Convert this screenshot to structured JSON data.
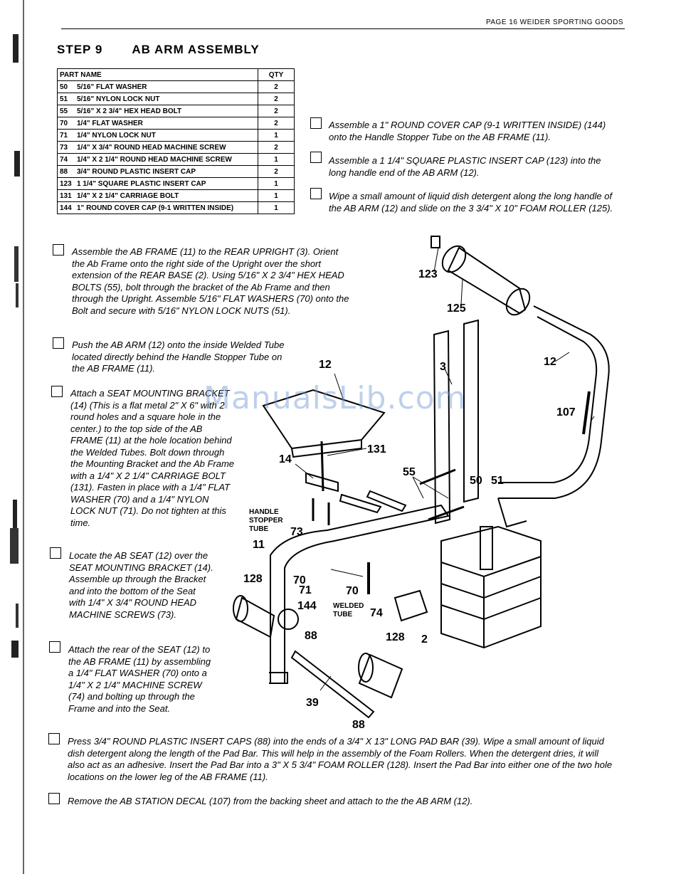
{
  "header": {
    "text": "PAGE   16     WEIDER SPORTING GOODS"
  },
  "title": {
    "step": "STEP 9",
    "name": "AB ARM ASSEMBLY"
  },
  "parts_table": {
    "headers": [
      "PART NAME",
      "QTY"
    ],
    "rows": [
      {
        "no": "50",
        "name": "5/16\" FLAT WASHER",
        "qty": "2"
      },
      {
        "no": "51",
        "name": "5/16\" NYLON LOCK NUT",
        "qty": "2"
      },
      {
        "no": "55",
        "name": "5/16\" X 2 3/4\" HEX HEAD BOLT",
        "qty": "2"
      },
      {
        "no": "70",
        "name": "1/4\" FLAT WASHER",
        "qty": "2"
      },
      {
        "no": "71",
        "name": "1/4\" NYLON LOCK NUT",
        "qty": "1"
      },
      {
        "no": "73",
        "name": "1/4\" X 3/4\" ROUND HEAD MACHINE SCREW",
        "qty": "2"
      },
      {
        "no": "74",
        "name": "1/4\" X 2 1/4\" ROUND HEAD MACHINE SCREW",
        "qty": "1"
      },
      {
        "no": "88",
        "name": "3/4\" ROUND PLASTIC INSERT CAP",
        "qty": "2"
      },
      {
        "no": "123",
        "name": "1 1/4\" SQUARE PLASTIC INSERT CAP",
        "qty": "1"
      },
      {
        "no": "131",
        "name": "1/4\" X 2 1/4\" CARRIAGE BOLT",
        "qty": "1"
      },
      {
        "no": "144",
        "name": "1\" ROUND COVER CAP (9-1 WRITTEN INSIDE)",
        "qty": "1"
      }
    ]
  },
  "instructions": {
    "right1": "Assemble a 1\" ROUND COVER CAP (9-1 WRITTEN INSIDE) (144) onto the Handle Stopper Tube on the AB FRAME (11).",
    "right2": "Assemble a 1 1/4\" SQUARE PLASTIC INSERT CAP (123) into the long handle end of the AB ARM (12).",
    "right3": "Wipe a small amount of liquid dish detergent along the long handle of the AB ARM (12) and slide on the 3 3/4\" X 10\" FOAM ROLLER (125).",
    "left1": "Assemble the AB FRAME (11) to the REAR UPRIGHT (3). Orient the Ab Frame onto the right side of the Upright over the short extension of the REAR BASE (2). Using 5/16\" X 2 3/4\" HEX HEAD BOLTS (55), bolt through the bracket of the Ab Frame and then through the Upright. Assemble 5/16\" FLAT WASHERS (70) onto the Bolt and secure with 5/16\" NYLON LOCK NUTS (51).",
    "left2": "Push the AB ARM (12) onto the inside Welded Tube located directly behind the Handle Stopper Tube on the AB FRAME (11).",
    "left3": "Attach a SEAT MOUNTING BRACKET (14) (This is a flat metal 2\" X 6\" with 2 round holes and a square hole in the center.) to the top side of the AB FRAME (11) at the hole location behind the Welded Tubes. Bolt down through the Mounting Bracket and the Ab Frame with a 1/4\" X 2 1/4\" CARRIAGE BOLT (131). Fasten in place with a 1/4\" FLAT WASHER (70) and a 1/4\" NYLON LOCK NUT (71). Do not tighten at this time.",
    "left4": "Locate the AB SEAT (12) over the SEAT MOUNTING BRACKET (14). Assemble up through the Bracket and into the bottom of the Seat with 1/4\" X 3/4\" ROUND HEAD MACHINE SCREWS (73).",
    "left5": "Attach the rear of the SEAT (12) to the AB FRAME (11) by assembling a 1/4\" FLAT WASHER (70) onto a 1/4\" X 2 1/4\" MACHINE SCREW (74) and bolting up through the Frame and into the Seat.",
    "bottom1": "Press 3/4\" ROUND PLASTIC INSERT CAPS (88) into the ends of a 3/4\" X 13\" LONG PAD BAR (39). Wipe a small amount of liquid dish detergent along the length of the Pad Bar. This will help in the assembly of the Foam Rollers. When the detergent dries, it will also act as an adhesive. Insert the Pad Bar into a 3\" X 5 3/4\" FOAM ROLLER (128). Insert the Pad Bar into either one of the two hole locations on the lower leg of the AB FRAME (11).",
    "bottom2": "Remove the AB STATION DECAL (107) from the backing sheet and attach to the the AB ARM (12)."
  },
  "figure_labels": {
    "l123": "123",
    "l125": "125",
    "l12a": "12",
    "l12b": "12",
    "l3": "3",
    "l107": "107",
    "l131": "131",
    "l14": "14",
    "l55": "55",
    "l50": "50",
    "l51": "51",
    "l73": "73",
    "l11": "11",
    "l128a": "128",
    "l70a": "70",
    "l71": "71",
    "l70b": "70",
    "l144": "144",
    "l74": "74",
    "l88a": "88",
    "l128b": "128",
    "l2": "2",
    "l39": "39",
    "l88b": "88",
    "handle1": "HANDLE",
    "handle2": "STOPPER",
    "handle3": "TUBE",
    "welded1": "WELDED",
    "welded2": "TUBE"
  },
  "watermark": "ManualsLib.com"
}
